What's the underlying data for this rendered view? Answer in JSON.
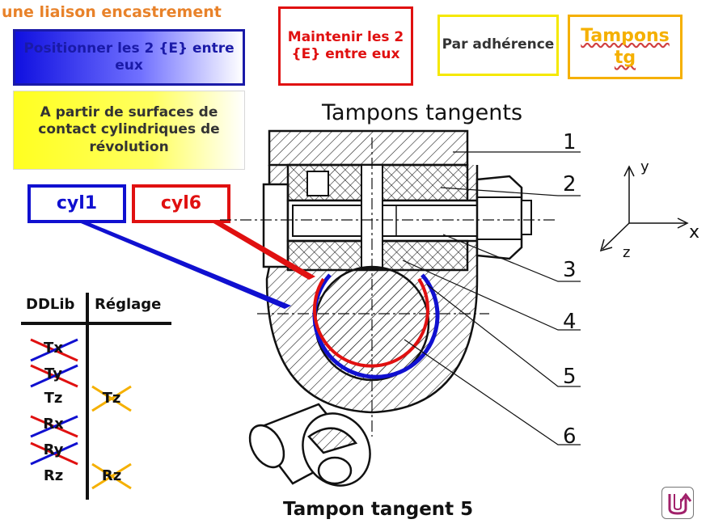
{
  "header": {
    "title": "une liaison encastrement"
  },
  "boxes": {
    "positionner": "Positionner les 2 {E} entre eux",
    "maintenir": "Maintenir les 2 {E} entre eux",
    "adherence": "Par adhérence",
    "tampons_tg": "Tampons tg",
    "surfaces": "A partir de surfaces de contact cylindriques de révolution",
    "cyl1": "cyl1",
    "cyl6": "cyl6"
  },
  "drawing": {
    "title": "Tampons tangents",
    "subtitle": "Tampon tangent 5",
    "part_numbers": [
      "1",
      "2",
      "3",
      "4",
      "5",
      "6"
    ],
    "axes": {
      "x": "x",
      "y": "y",
      "z": "z"
    }
  },
  "table": {
    "headers": [
      "DDLib",
      "Réglage"
    ],
    "ddlib": [
      "Tx",
      "Ty",
      "Tz",
      "Rx",
      "Ry",
      "Rz"
    ],
    "reglage": [
      "Tz",
      "Rz"
    ]
  },
  "colors": {
    "blue": "#1010d0",
    "red": "#e01010",
    "yellow": "#f5e800",
    "orange": "#f5b000",
    "title": "#E8822A"
  },
  "icons": {
    "corner": "return-arrow-icon"
  }
}
